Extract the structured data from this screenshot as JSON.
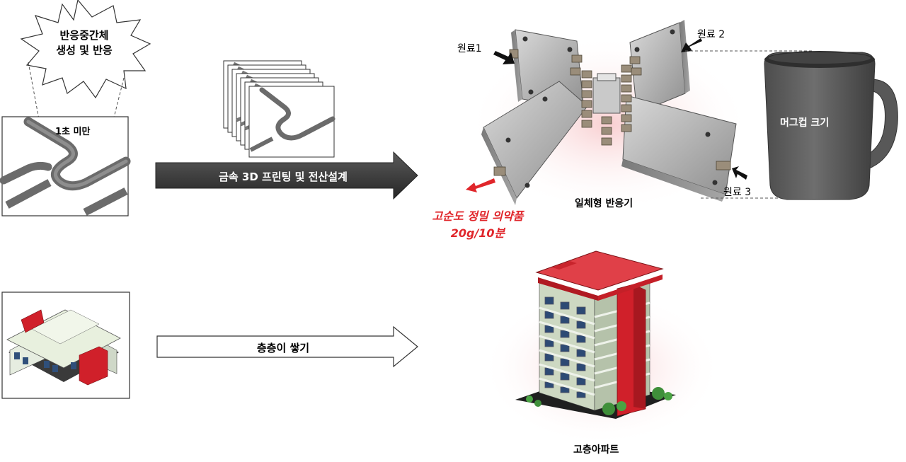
{
  "burst": {
    "line1": "반응중간체",
    "line2": "생성 및 반응"
  },
  "channel_box": {
    "label": "1초 미만"
  },
  "printing_arrow": {
    "label": "금속 3D 프린팅 및 전산설계"
  },
  "reactor": {
    "caption": "일체형 반응기",
    "feed1": "원료1",
    "feed2": "원료 2",
    "feed3": "원료 3",
    "mug_label": "머그컵 크기"
  },
  "output": {
    "line1": "고순도 정밀 의약품",
    "line2": "20g/10분"
  },
  "stacking_arrow": {
    "label": "층층이 쌓기"
  },
  "apartment": {
    "caption": "고층아파트"
  },
  "colors": {
    "accent_red": "#e0262b",
    "dark_arrow": "#3a3a3a",
    "building_red": "#d0202a"
  }
}
